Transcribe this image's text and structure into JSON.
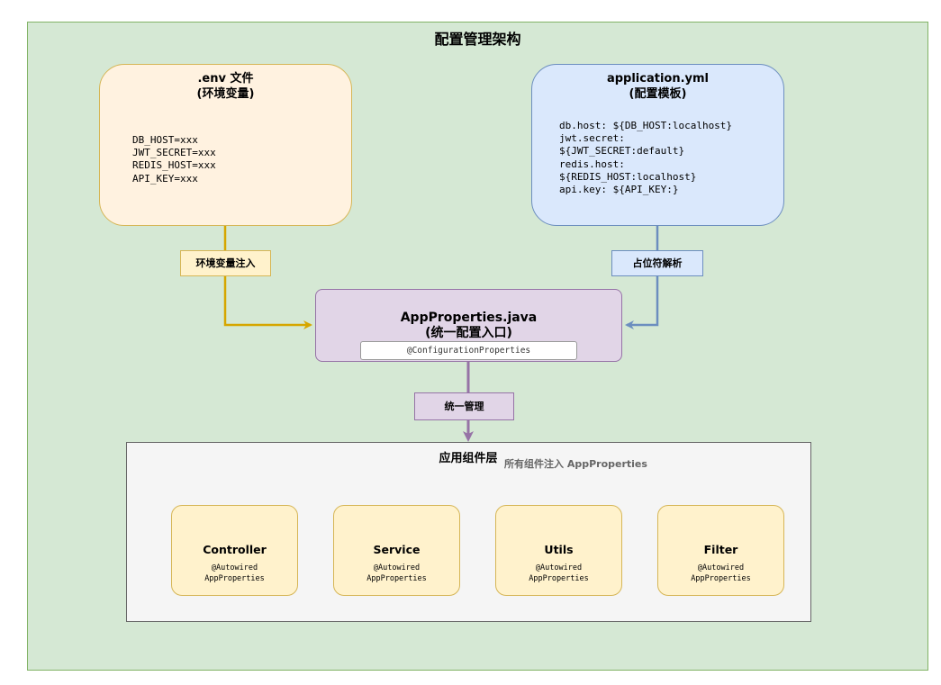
{
  "title": "配置管理架构",
  "env_box": {
    "title": ".env 文件\n(环境变量)",
    "lines": [
      "DB_HOST=xxx",
      "JWT_SECRET=xxx",
      "REDIS_HOST=xxx",
      "API_KEY=xxx"
    ]
  },
  "yml_box": {
    "title": "application.yml\n(配置模板)",
    "lines": [
      "db.host: ${DB_HOST:localhost}",
      "jwt.secret:",
      "${JWT_SECRET:default}",
      "redis.host:",
      "${REDIS_HOST:localhost}",
      "api.key: ${API_KEY:}"
    ]
  },
  "edges": {
    "env_inject": "环境变量注入",
    "placeholder_parse": "占位符解析",
    "unified_mgmt": "统一管理"
  },
  "app_box": {
    "title": "AppProperties.java\n(统一配置入口)",
    "annotation": "@ConfigurationProperties"
  },
  "layer": {
    "title": "应用组件层",
    "subtitle": "所有组件注入 AppProperties",
    "components": [
      {
        "name": "Controller",
        "annotation": "@Autowired\nAppProperties"
      },
      {
        "name": "Service",
        "annotation": "@Autowired\nAppProperties"
      },
      {
        "name": "Utils",
        "annotation": "@Autowired\nAppProperties"
      },
      {
        "name": "Filter",
        "annotation": "@Autowired\nAppProperties"
      }
    ]
  },
  "colors": {
    "outer_bg": "#d5e8d4",
    "env_stroke": "#d6b656",
    "yml_stroke": "#6c8ebf",
    "app_stroke": "#9673a6",
    "dashed": "#666666"
  }
}
